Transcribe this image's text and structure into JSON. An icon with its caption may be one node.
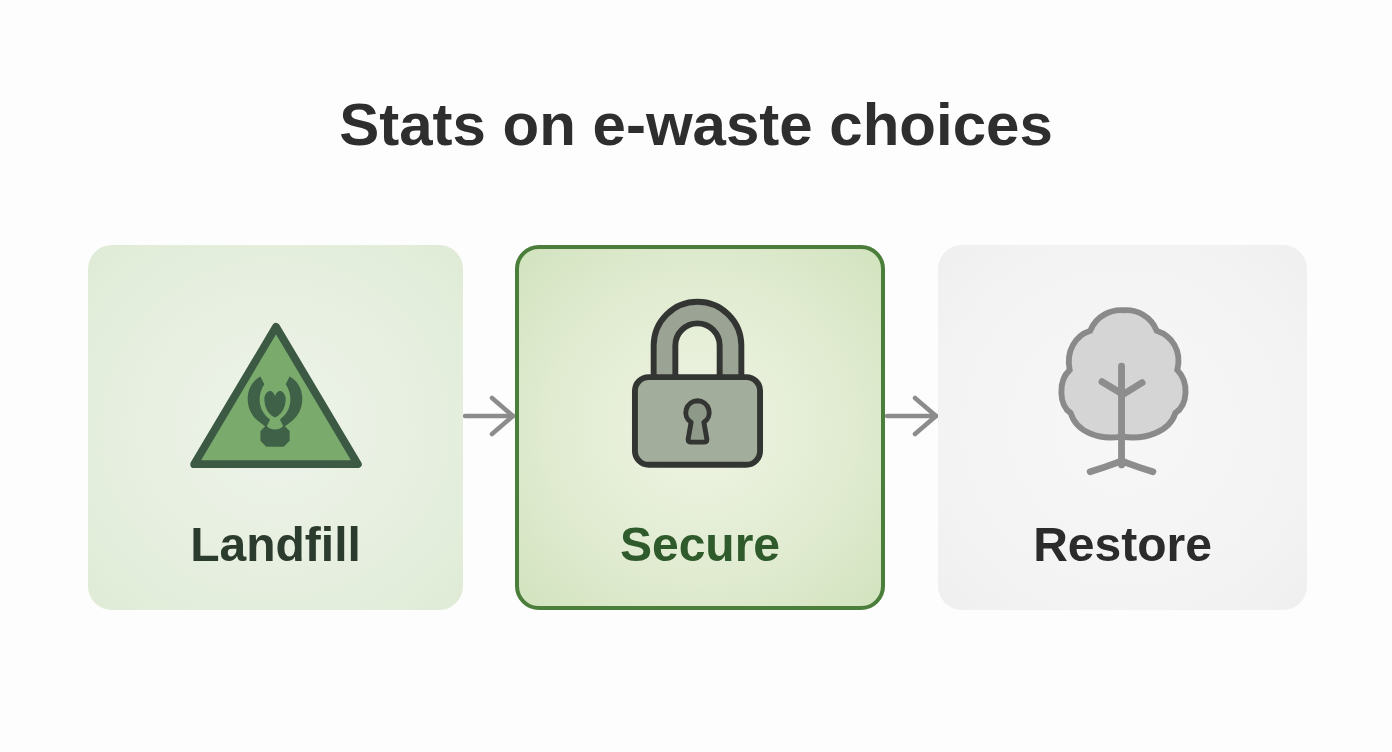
{
  "diagram": {
    "title": "Stats on e-waste choices",
    "nodes": [
      {
        "text": [
          "Landfill"
        ]
      },
      {
        "text": [
          "Secure"
        ]
      },
      {
        "text": [
          "Restore"
        ]
      }
    ],
    "edges": [
      {
        "from": 0,
        "to": 1,
        "arrow": "to"
      },
      {
        "from": 1,
        "to": 2,
        "arrow": "to"
      }
    ]
  }
}
